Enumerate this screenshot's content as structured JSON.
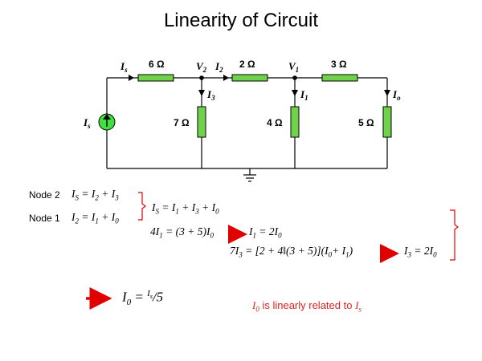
{
  "slide": {
    "title": "Linearity of Circuit"
  },
  "circuit": {
    "source_label": "Is",
    "series_resistors": [
      {
        "value": "6 Ω",
        "current": "Is"
      },
      {
        "value": "2 Ω",
        "current": "I2"
      },
      {
        "value": "3 Ω",
        "current": ""
      }
    ],
    "shunt_resistors": [
      {
        "value": "7 Ω",
        "current": "I3"
      },
      {
        "value": "4 Ω",
        "current": "I1"
      },
      {
        "value": "5 Ω",
        "current": "Io"
      }
    ],
    "nodes": [
      "V2",
      "V1"
    ],
    "colors": {
      "resistor": "#6fd24a",
      "source": "#3fe03f",
      "arrow": "#e00000",
      "note": "#e02020"
    }
  },
  "equations": {
    "node2_label": "Node 2",
    "node2_eq": "IS = I2 + I3",
    "node1_label": "Node 1",
    "node1_eq": "I2 = I1 + I0",
    "combined_eq": "IS = I1 + I3 + I0",
    "eq_4I1": "4I1 = (3 + 5)I0",
    "eq_I1": "I1 = 2I0",
    "eq_7I3": "7I3 = [2 + 4‖(3 + 5)](I0+ I1)",
    "eq_I3": "I3 = 2I0",
    "result": "I0 = Is/5",
    "note": "I0 is linearly related to Is"
  }
}
